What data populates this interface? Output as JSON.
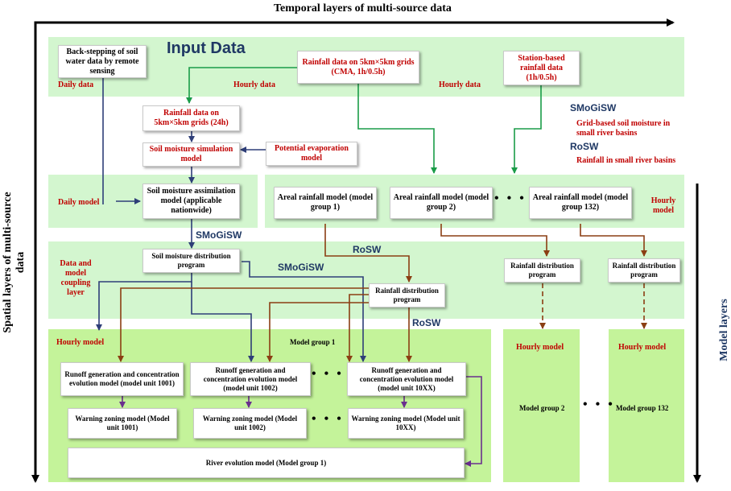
{
  "header": {
    "temporal_axis": "Temporal layers of multi-source data",
    "spatial_axis": "Spatial layers of multi-source data",
    "model_axis": "Model layers"
  },
  "input": {
    "title": "Input Data",
    "remote_sensing": "Back-stepping of soil water data by remote sensing",
    "cma_rain": "Rainfall data on 5km×5km grids (CMA, 1h/0.5h)",
    "station_rain": "Station-based rainfall data (1h/0.5h)",
    "daily_data": "Daily data",
    "hourly_data_1": "Hourly data",
    "hourly_data_2": "Hourly data",
    "smogisw": "SMoGiSW",
    "smogisw_desc": "Grid-based soil moisture in small river basins",
    "rosw": "RoSW",
    "rosw_desc": "Rainfall in small river basins"
  },
  "mid": {
    "rain_24h": "Rainfall data on 5km×5km grids (24h)",
    "soil_sim": "Soil moisture simulation model",
    "pet": "Potential evaporation model"
  },
  "daily_layer": {
    "label": "Daily model",
    "assim": "Soil moisture assimilation model (applicable nationwide)"
  },
  "hourly_top": {
    "label": "Hourly model",
    "areal_1": "Areal rainfall model (model group 1)",
    "areal_2": "Areal rainfall model (model group 2)",
    "areal_132": "Areal rainfall model (model group 132)"
  },
  "coupling": {
    "label": "Data and model coupling layer",
    "smogisw_1": "SMoGiSW",
    "smogisw_2": "SMoGiSW",
    "rosw_1": "RoSW",
    "rosw_2": "RoSW",
    "soil_dist": "Soil moisture distribution program",
    "rain_dist_main": "Rainfall distribution program",
    "rain_dist_2": "Rainfall distribution program",
    "rain_dist_132": "Rainfall distribution program"
  },
  "group1": {
    "hourly_label": "Hourly model",
    "title": "Model group 1",
    "runoff_1001": "Runoff generation and concentration evolution model (model unit 1001)",
    "runoff_1002": "Runoff generation and concentration evolution model (model unit 1002)",
    "runoff_10xx": "Runoff generation and concentration evolution model (model unit 10XX)",
    "warn_1001": "Warning zoning model (Model unit 1001)",
    "warn_1002": "Warning zoning model (Model unit 1002)",
    "warn_10xx": "Warning zoning model (Model unit 10XX)",
    "river": "River evolution model (Model group 1)"
  },
  "group2": {
    "hourly_label": "Hourly model",
    "name": "Model group 2"
  },
  "group132": {
    "hourly_label": "Hourly model",
    "name": "Model group 132"
  },
  "colors": {
    "panel_green": "#d3f6cf",
    "bright_green": "#c4f39a",
    "arrow_green": "#1a9c48",
    "arrow_navy": "#2e3e78",
    "arrow_brown": "#8b3e13",
    "arrow_purple": "#6a2f8e",
    "label_red": "#c00000"
  }
}
